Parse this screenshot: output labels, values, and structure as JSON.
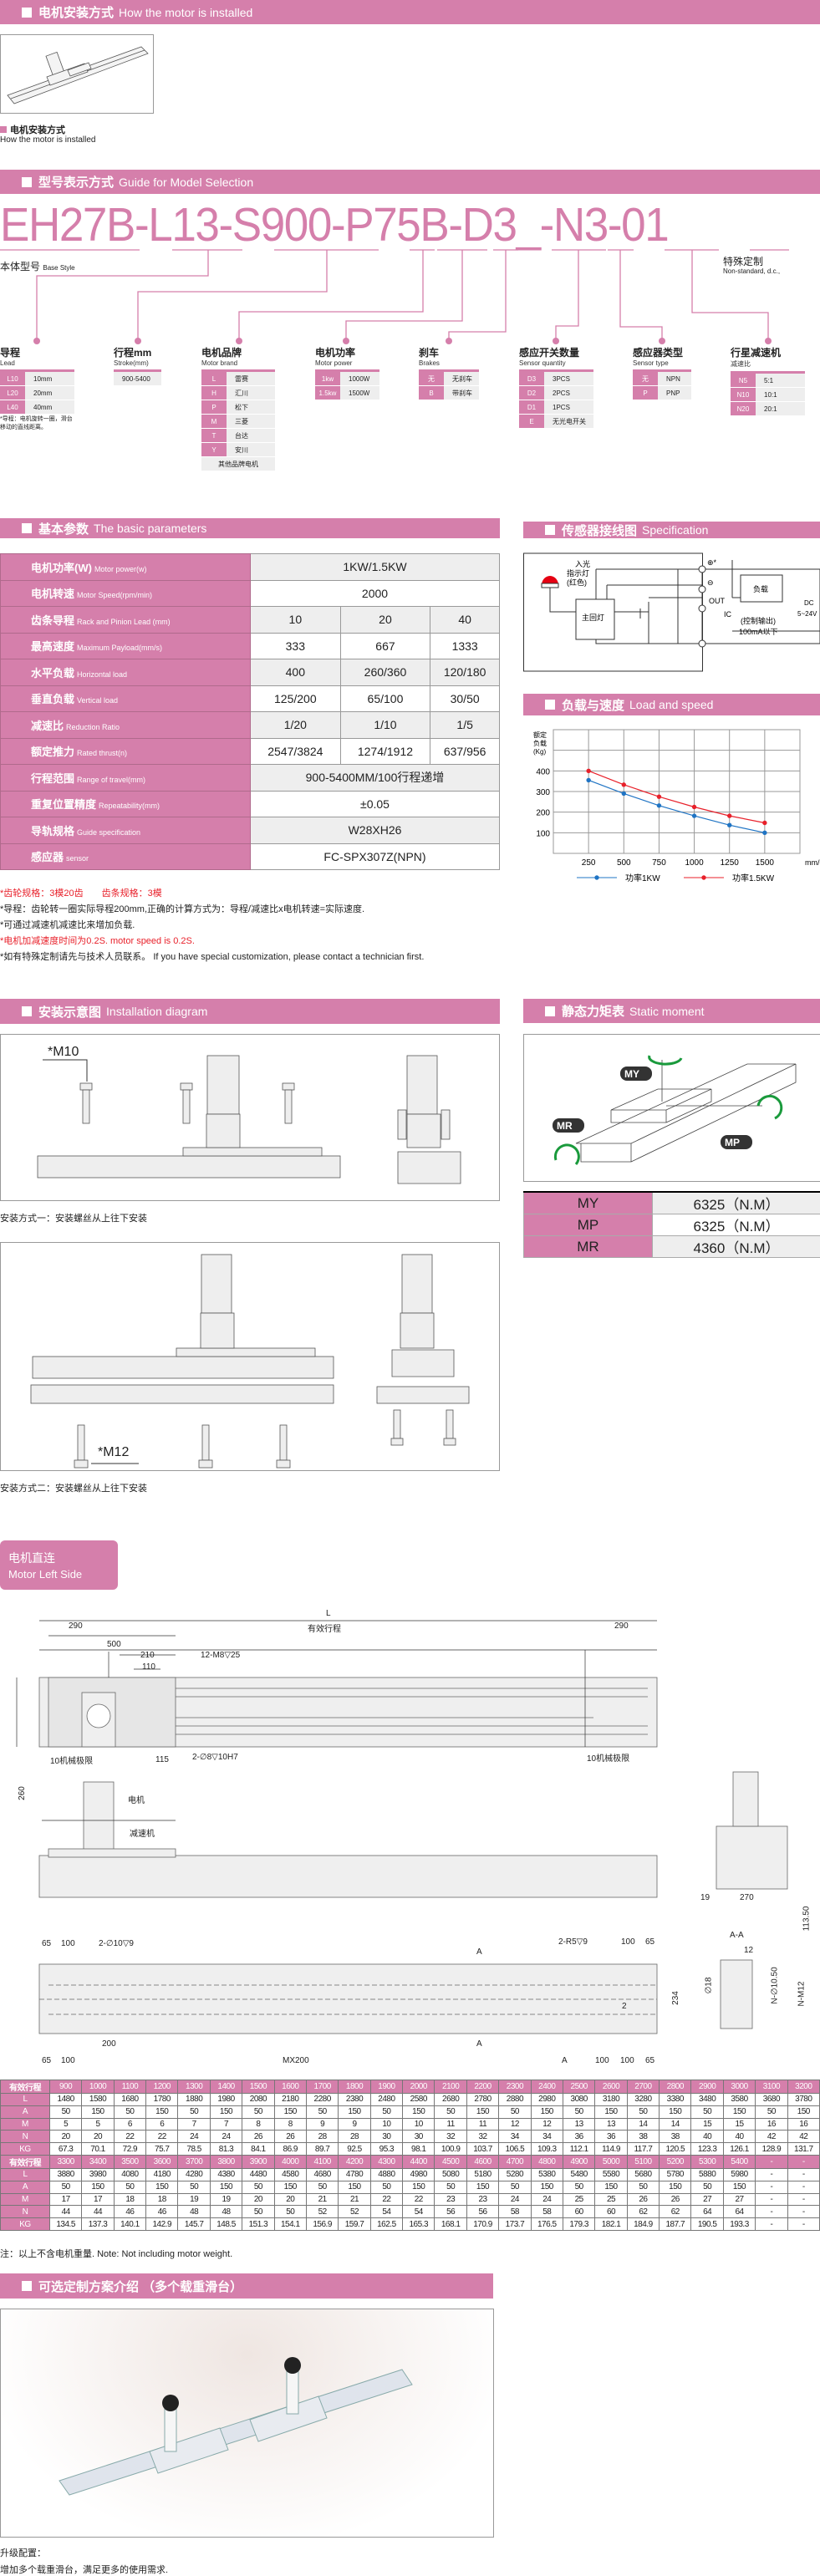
{
  "colors": {
    "accent": "#d57fab",
    "series_1kw": "#1f74c4",
    "series_15kw": "#e8202a",
    "moment_arrow": "#1a9a3c"
  },
  "install_method": {
    "header_cn": "电机安装方式",
    "header_en": "How the motor is installed",
    "caption_cn": "电机安装方式",
    "caption_en": "How the motor is installed"
  },
  "model": {
    "header_cn": "型号表示方式",
    "header_en": "Guide for Model Selection",
    "code": "EH27B-L13-S900-P75B-D3_-N3-01",
    "base_cn": "本体型号",
    "base_en": "Base Style",
    "special_cn": "特殊定制",
    "special_en": "Non-standard, d.c.,",
    "groups": [
      {
        "cn": "导程",
        "en": "Lead",
        "options": [
          [
            "L10",
            "10mm"
          ],
          [
            "L20",
            "20mm"
          ],
          [
            "L40",
            "40mm"
          ]
        ],
        "note": "*导程：电机旋转一圈，滑台移动的直线距离。"
      },
      {
        "cn": "行程mm",
        "en": "Stroke(mm)",
        "options": [
          [
            "",
            "900-5400"
          ]
        ]
      },
      {
        "cn": "电机品牌",
        "en": "Motor brand",
        "options": [
          [
            "L",
            "雷赛"
          ],
          [
            "H",
            "汇川"
          ],
          [
            "P",
            "松下"
          ],
          [
            "M",
            "三菱"
          ],
          [
            "T",
            "台达"
          ],
          [
            "Y",
            "安川"
          ]
        ],
        "footer": "其他品牌电机"
      },
      {
        "cn": "电机功率",
        "en": "Motor power",
        "options": [
          [
            "1kw",
            "1000W"
          ],
          [
            "1.5kw",
            "1500W"
          ]
        ]
      },
      {
        "cn": "刹车",
        "en": "Brakes",
        "options": [
          [
            "无",
            "无刹车"
          ],
          [
            "B",
            "带刹车"
          ]
        ]
      },
      {
        "cn": "感应开关数量",
        "en": "Sensor quantity",
        "options": [
          [
            "D3",
            "3PCS"
          ],
          [
            "D2",
            "2PCS"
          ],
          [
            "D1",
            "1PCS"
          ],
          [
            "E",
            "无光电开关"
          ]
        ]
      },
      {
        "cn": "感应器类型",
        "en": "Sensor type",
        "options": [
          [
            "无",
            "NPN"
          ],
          [
            "P",
            "PNP"
          ]
        ]
      },
      {
        "cn": "行星减速机",
        "en": "减速比",
        "options": [
          [
            "N5",
            "5:1"
          ],
          [
            "N10",
            "10:1"
          ],
          [
            "N20",
            "20:1"
          ]
        ]
      }
    ]
  },
  "basic": {
    "header_cn": "基本参数",
    "header_en": "The basic parameters",
    "rows": [
      {
        "cn": "电机功率(W)",
        "en": "Motor power(w)",
        "values": [
          "1KW/1.5KW"
        ]
      },
      {
        "cn": "电机转速",
        "en": "Motor Speed(rpm/min)",
        "values": [
          "2000"
        ]
      },
      {
        "cn": "齿条导程",
        "en": "Rack and Pinion Lead (mm)",
        "values": [
          "10",
          "20",
          "40"
        ]
      },
      {
        "cn": "最高速度",
        "en": "Maximum Payload(mm/s)",
        "values": [
          "333",
          "667",
          "1333"
        ]
      },
      {
        "cn": "水平负载",
        "en": "Horizontal load",
        "values": [
          "400",
          "260/360",
          "120/180"
        ]
      },
      {
        "cn": "垂直负载",
        "en": "Vertical load",
        "values": [
          "125/200",
          "65/100",
          "30/50"
        ]
      },
      {
        "cn": "减速比",
        "en": "Reduction Ratio",
        "values": [
          "1/20",
          "1/10",
          "1/5"
        ]
      },
      {
        "cn": "额定推力",
        "en": "Rated thrust(n)",
        "values": [
          "2547/3824",
          "1274/1912",
          "637/956"
        ]
      },
      {
        "cn": "行程范围",
        "en": "Range of travel(mm)",
        "values": [
          "900-5400MM/100行程递增"
        ]
      },
      {
        "cn": "重复位置精度",
        "en": "Repeatability(mm)",
        "values": [
          "±0.05"
        ]
      },
      {
        "cn": "导轨规格",
        "en": "Guide specification",
        "values": [
          "W28XH26"
        ]
      },
      {
        "cn": "感应器",
        "en": "sensor",
        "values": [
          "FC-SPX307Z(NPN)"
        ]
      }
    ],
    "notes": [
      {
        "text": "*齿轮规格：3模20齿　　齿条规格：3模",
        "red": true
      },
      {
        "text": "*导程：齿轮转一圈实际导程200mm,正确的计算方式为：导程/减速比x电机转速=实际速度.",
        "red": false
      },
      {
        "text": "*可通过减速机减速比来增加负载.",
        "red": false
      },
      {
        "text": "*电机加减速度时间为0.2S.   motor speed is 0.2S.",
        "red": true
      },
      {
        "text": "*如有特殊定制请先与技术人员联系。 If you have special customization, please contact a technician first.",
        "red": false
      }
    ]
  },
  "sensor": {
    "header_cn": "传感器接线图",
    "header_en": "Specification",
    "light_1": "入光",
    "light_2": "指示灯",
    "light_3": "(红色)",
    "main_circuit": "主回灯",
    "load": "负载",
    "out": "OUT",
    "ic": "IC",
    "control_1": "(控制输出)",
    "control_2": "100mA以下",
    "dc": "DC",
    "voltage": "5~24V",
    "plus": "⊕*",
    "minus": "⊖"
  },
  "chart_data": {
    "type": "line",
    "title": "负载与速度 Load and speed",
    "header_cn": "负载与速度",
    "header_en": "Load and speed",
    "ylabel_1": "额定",
    "ylabel_2": "负载",
    "ylabel_3": "(Kg)",
    "xlabel": "mm/s",
    "x": [
      250,
      500,
      750,
      1000,
      1250,
      1500
    ],
    "xlim": [
      0,
      1750
    ],
    "ylim": [
      0,
      600
    ],
    "yticks": [
      100,
      200,
      300,
      400
    ],
    "grid": true,
    "legend": "bottom",
    "series": [
      {
        "name": "功率1KW",
        "values": [
          355,
          290,
          232,
          182,
          137,
          100
        ]
      },
      {
        "name": "功率1.5KW",
        "values": [
          400,
          333,
          275,
          225,
          182,
          148
        ]
      }
    ]
  },
  "installation": {
    "header_cn": "安装示意图",
    "header_en": "Installation diagram",
    "bolt_1": "*M10",
    "bolt_2": "*M12",
    "caption_1": "安装方式一：安装螺丝从上往下安装",
    "caption_2": "安装方式二：安装螺丝从上往下安装"
  },
  "moment": {
    "header_cn": "静态力矩表",
    "header_en": "Static moment",
    "rows": [
      [
        "MY",
        "6325（N.M）"
      ],
      [
        "MP",
        "6325（N.M）"
      ],
      [
        "MR",
        "4360（N.M）"
      ]
    ]
  },
  "drawing": {
    "badge_cn": "电机直连",
    "badge_en": "Motor Left Side",
    "labels": {
      "L": "L",
      "d290a": "290",
      "stroke": "有效行程",
      "d290b": "290",
      "d500": "500",
      "d210": "210",
      "d110": "110",
      "holes": "12-M8▽25",
      "d260": "260",
      "limit_l": "10机械极限",
      "d115": "115",
      "pins": "2-∅8▽10H7",
      "limit_r": "10机械极限",
      "motor": "电机",
      "reducer": "减速机",
      "d19": "19",
      "d270": "270",
      "d113": "113.50",
      "d65a": "65",
      "d100a": "100",
      "holes2": "2-∅10▽9",
      "r5": "2-R5▽9",
      "d100b": "100",
      "d65b": "65",
      "secA1": "A",
      "secA2": "A",
      "d234": "234",
      "d2": "2",
      "d200": "200",
      "d65c": "65",
      "d100c": "100",
      "mx": "MX200",
      "dA": "A",
      "d100d": "100",
      "d100e": "100",
      "d65d": "65",
      "aa": "A-A",
      "d12": "12",
      "phi18": "∅18",
      "nphi": "N-∅10.50",
      "nm": "N-M12"
    }
  },
  "dim_table": {
    "label_stroke": "有效行程",
    "row_labels": [
      "L",
      "A",
      "M",
      "N",
      "KG"
    ],
    "parts": [
      {
        "stroke": [
          "900",
          "1000",
          "1100",
          "1200",
          "1300",
          "1400",
          "1500",
          "1600",
          "1700",
          "1800",
          "1900",
          "2000",
          "2100",
          "2200",
          "2300",
          "2400",
          "2500",
          "2600",
          "2700",
          "2800",
          "2900",
          "3000",
          "3100",
          "3200"
        ],
        "rows": [
          [
            "1480",
            "1580",
            "1680",
            "1780",
            "1880",
            "1980",
            "2080",
            "2180",
            "2280",
            "2380",
            "2480",
            "2580",
            "2680",
            "2780",
            "2880",
            "2980",
            "3080",
            "3180",
            "3280",
            "3380",
            "3480",
            "3580",
            "3680",
            "3780"
          ],
          [
            "50",
            "150",
            "50",
            "150",
            "50",
            "150",
            "50",
            "150",
            "50",
            "150",
            "50",
            "150",
            "50",
            "150",
            "50",
            "150",
            "50",
            "150",
            "50",
            "150",
            "50",
            "150",
            "50",
            "150"
          ],
          [
            "5",
            "5",
            "6",
            "6",
            "7",
            "7",
            "8",
            "8",
            "9",
            "9",
            "10",
            "10",
            "11",
            "11",
            "12",
            "12",
            "13",
            "13",
            "14",
            "14",
            "15",
            "15",
            "16",
            "16"
          ],
          [
            "20",
            "20",
            "22",
            "22",
            "24",
            "24",
            "26",
            "26",
            "28",
            "28",
            "30",
            "30",
            "32",
            "32",
            "34",
            "34",
            "36",
            "36",
            "38",
            "38",
            "40",
            "40",
            "42",
            "42"
          ],
          [
            "67.3",
            "70.1",
            "72.9",
            "75.7",
            "78.5",
            "81.3",
            "84.1",
            "86.9",
            "89.7",
            "92.5",
            "95.3",
            "98.1",
            "100.9",
            "103.7",
            "106.5",
            "109.3",
            "112.1",
            "114.9",
            "117.7",
            "120.5",
            "123.3",
            "126.1",
            "128.9",
            "131.7"
          ]
        ]
      },
      {
        "stroke": [
          "3300",
          "3400",
          "3500",
          "3600",
          "3700",
          "3800",
          "3900",
          "4000",
          "4100",
          "4200",
          "4300",
          "4400",
          "4500",
          "4600",
          "4700",
          "4800",
          "4900",
          "5000",
          "5100",
          "5200",
          "5300",
          "5400",
          "-",
          "-"
        ],
        "rows": [
          [
            "3880",
            "3980",
            "4080",
            "4180",
            "4280",
            "4380",
            "4480",
            "4580",
            "4680",
            "4780",
            "4880",
            "4980",
            "5080",
            "5180",
            "5280",
            "5380",
            "5480",
            "5580",
            "5680",
            "5780",
            "5880",
            "5980",
            "-",
            "-"
          ],
          [
            "50",
            "150",
            "50",
            "150",
            "50",
            "150",
            "50",
            "150",
            "50",
            "150",
            "50",
            "150",
            "50",
            "150",
            "50",
            "150",
            "50",
            "150",
            "50",
            "150",
            "50",
            "150",
            "-",
            "-"
          ],
          [
            "17",
            "17",
            "18",
            "18",
            "19",
            "19",
            "20",
            "20",
            "21",
            "21",
            "22",
            "22",
            "23",
            "23",
            "24",
            "24",
            "25",
            "25",
            "26",
            "26",
            "27",
            "27",
            "-",
            "-"
          ],
          [
            "44",
            "44",
            "46",
            "46",
            "48",
            "48",
            "50",
            "50",
            "52",
            "52",
            "54",
            "54",
            "56",
            "56",
            "58",
            "58",
            "60",
            "60",
            "62",
            "62",
            "64",
            "64",
            "-",
            "-"
          ],
          [
            "134.5",
            "137.3",
            "140.1",
            "142.9",
            "145.7",
            "148.5",
            "151.3",
            "154.1",
            "156.9",
            "159.7",
            "162.5",
            "165.3",
            "168.1",
            "170.9",
            "173.7",
            "176.5",
            "179.3",
            "182.1",
            "184.9",
            "187.7",
            "190.5",
            "193.3",
            "-",
            "-"
          ]
        ]
      }
    ],
    "note": "注：以上不含电机重量. Note: Not including motor weight."
  },
  "custom": {
    "header": "可选定制方案介绍 （多个载重滑台）",
    "line_1": "升级配置：",
    "line_2": "增加多个载重滑台，满足更多的使用需求."
  }
}
